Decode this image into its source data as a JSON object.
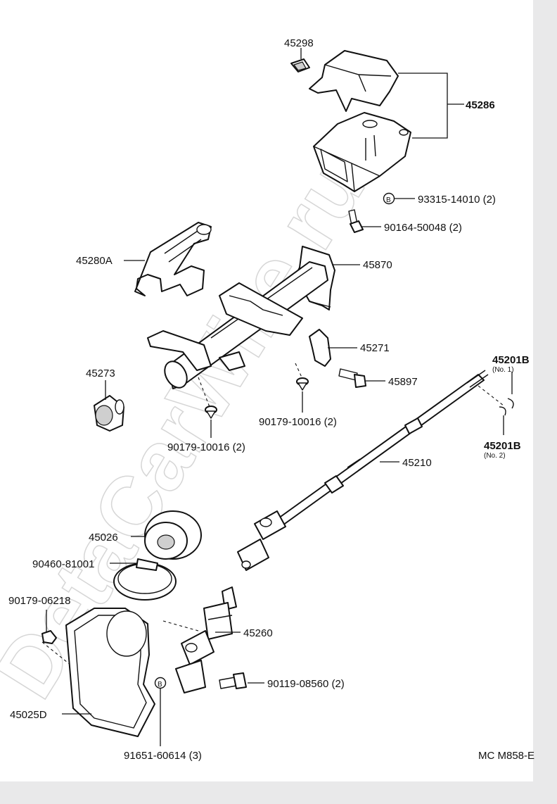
{
  "watermark": "DetaCarWire.ru",
  "footer_code": "MC M858-E",
  "badge_b": "B",
  "callouts": {
    "p45298": "45298",
    "p45286": "45286",
    "p93315": "93315-14010 (2)",
    "p90164": "90164-50048 (2)",
    "p45280A": "45280A",
    "p45870": "45870",
    "p45271": "45271",
    "p45897": "45897",
    "p45273": "45273",
    "p90179a": "90179-10016 (2)",
    "p90179b": "90179-10016 (2)",
    "p45201B_1": "45201B",
    "p45201B_1_sub": "(No. 1)",
    "p45201B_2": "45201B",
    "p45201B_2_sub": "(No. 2)",
    "p45210": "45210",
    "p45026": "45026",
    "p90460": "90460-81001",
    "p90179_06218": "90179-06218",
    "p45260": "45260",
    "p90119": "90119-08560 (2)",
    "p45025D": "45025D",
    "p91651": "91651-60614 (3)"
  }
}
